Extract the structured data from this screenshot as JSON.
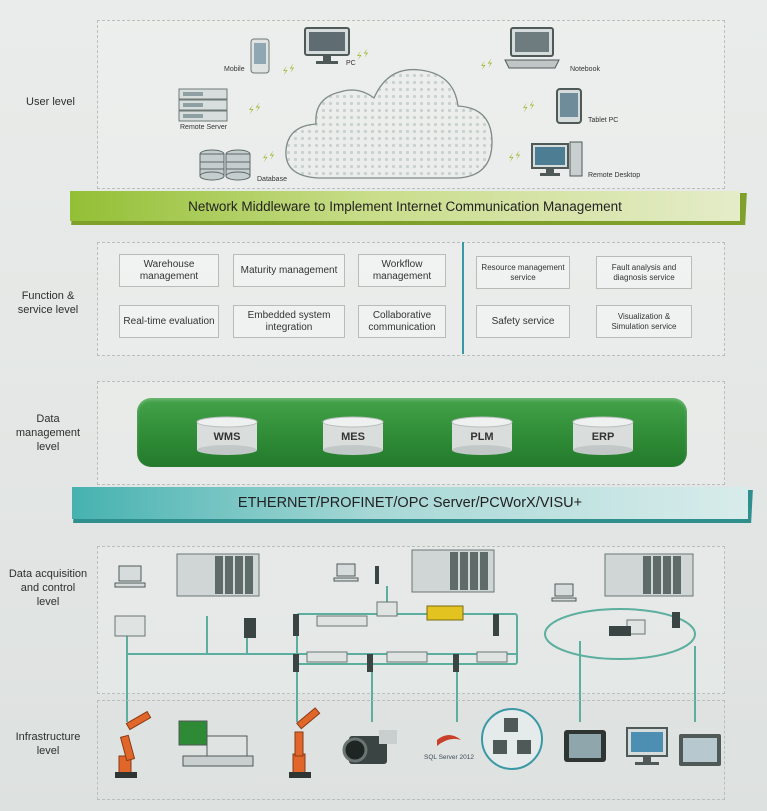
{
  "levels": {
    "user": "User level",
    "function": "Function & service level",
    "data_management": "Data management level",
    "data_acquisition": "Data acquisition and control level",
    "infrastructure": "Infrastructure level"
  },
  "user_devices": {
    "mobile": "Mobile",
    "pc": "PC",
    "notebook": "Notebook",
    "remote_server": "Remote Server",
    "tablet_pc": "Tablet PC",
    "database": "Database",
    "remote_desktop": "Remote Desktop"
  },
  "middleware_bar": "Network Middleware to Implement Internet  Communication Management",
  "services_left": [
    "Warehouse management",
    "Maturity management",
    "Workflow management",
    "Real-time evaluation",
    "Embedded system integration",
    "Collaborative communication"
  ],
  "services_right": [
    "Resource management service",
    "Fault analysis and diagnosis service",
    "Safety service",
    "Visualization & Simulation service"
  ],
  "data_systems": [
    "WMS",
    "MES",
    "PLM",
    "ERP"
  ],
  "network_bar": "ETHERNET/PROFINET/OPC Server/PCWorX/VISU+",
  "infrastructure": {
    "sql_server": "SQL Server 2012"
  },
  "colors": {
    "accent_green": "#9ec43a",
    "dark_green": "#2e8a35",
    "teal": "#3aa7a5",
    "network_line": "#5cae9e"
  }
}
